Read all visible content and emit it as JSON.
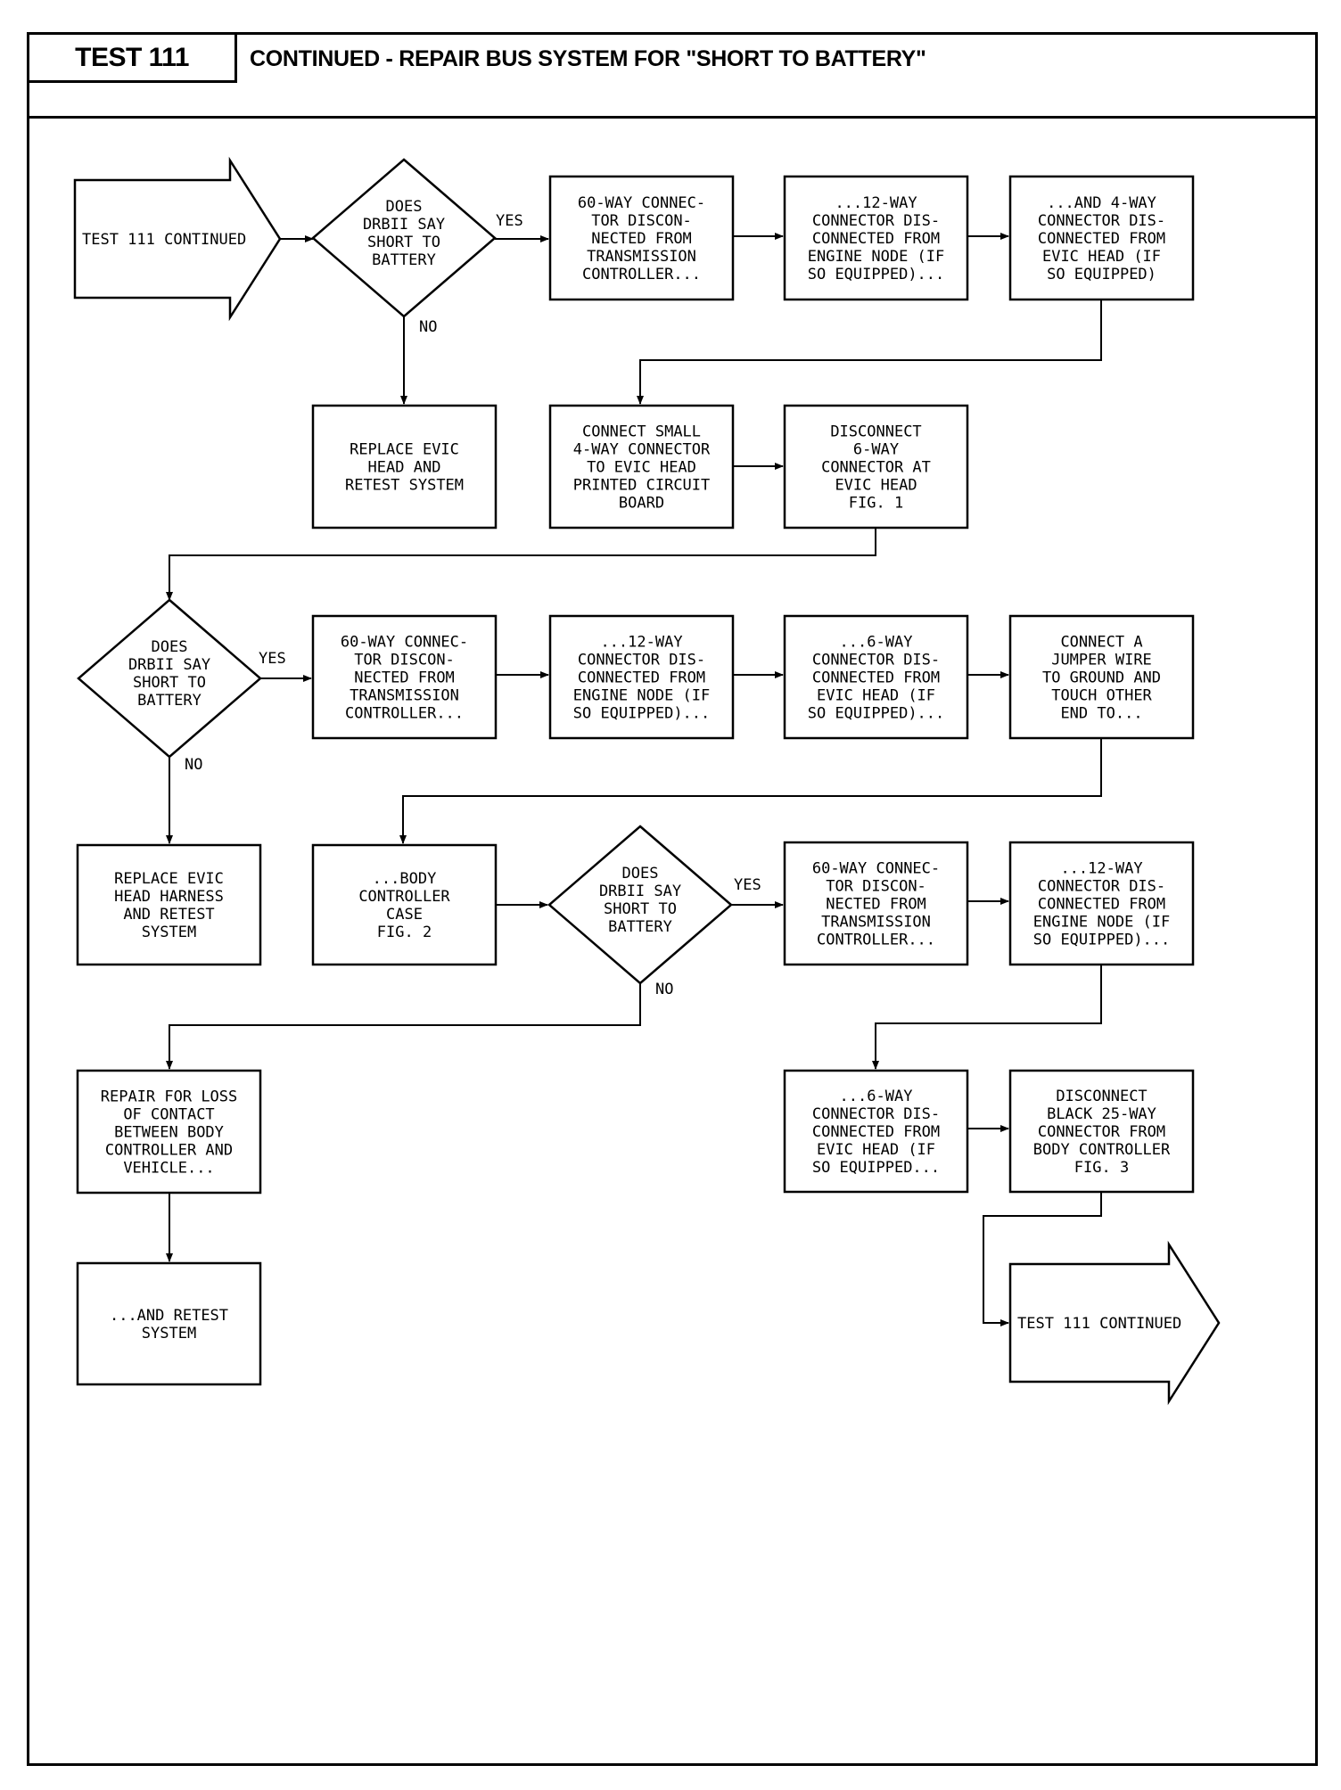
{
  "header": {
    "test_label": "TEST 111",
    "title": "CONTINUED - REPAIR BUS SYSTEM FOR \"SHORT TO BATTERY\""
  },
  "flow": {
    "start_arrow": "TEST 111 CONTINUED",
    "end_arrow": "TEST 111 CONTINUED",
    "yes_label": "YES",
    "no_label": "NO",
    "decision1": [
      "DOES",
      "DRBII SAY",
      "SHORT TO",
      "BATTERY"
    ],
    "decision2": [
      "DOES",
      "DRBII SAY",
      "SHORT TO",
      "BATTERY"
    ],
    "decision3": [
      "DOES",
      "DRBII SAY",
      "SHORT TO",
      "BATTERY"
    ],
    "r1_b1": [
      "60-WAY CONNEC-",
      "TOR DISCON-",
      "NECTED FROM",
      "TRANSMISSION",
      "CONTROLLER..."
    ],
    "r1_b2": [
      "...12-WAY",
      "CONNECTOR DIS-",
      "CONNECTED FROM",
      "ENGINE NODE (IF",
      "SO EQUIPPED)..."
    ],
    "r1_b3": [
      "...AND 4-WAY",
      "CONNECTOR DIS-",
      "CONNECTED FROM",
      "EVIC HEAD (IF",
      "SO EQUIPPED)"
    ],
    "replace_evic_head": [
      "REPLACE EVIC",
      "HEAD AND",
      "RETEST SYSTEM"
    ],
    "connect_small": [
      "CONNECT SMALL",
      "4-WAY CONNECTOR",
      "TO EVIC HEAD",
      "PRINTED CIRCUIT",
      "BOARD"
    ],
    "disconnect_6way": [
      "DISCONNECT",
      "6-WAY",
      "CONNECTOR AT",
      "EVIC HEAD",
      "FIG. 1"
    ],
    "r3_b1": [
      "60-WAY CONNEC-",
      "TOR DISCON-",
      "NECTED FROM",
      "TRANSMISSION",
      "CONTROLLER..."
    ],
    "r3_b2": [
      "...12-WAY",
      "CONNECTOR DIS-",
      "CONNECTED FROM",
      "ENGINE NODE (IF",
      "SO EQUIPPED)..."
    ],
    "r3_b3": [
      "...6-WAY",
      "CONNECTOR DIS-",
      "CONNECTED FROM",
      "EVIC HEAD (IF",
      "SO EQUIPPED)..."
    ],
    "jumper": [
      "CONNECT A",
      "JUMPER WIRE",
      "TO GROUND AND",
      "TOUCH OTHER",
      "END TO..."
    ],
    "replace_harness": [
      "REPLACE EVIC",
      "HEAD HARNESS",
      "AND RETEST",
      "SYSTEM"
    ],
    "body_case": [
      "...BODY",
      "CONTROLLER",
      "CASE",
      "FIG. 2"
    ],
    "r4_b1": [
      "60-WAY CONNEC-",
      "TOR DISCON-",
      "NECTED FROM",
      "TRANSMISSION",
      "CONTROLLER..."
    ],
    "r4_b2": [
      "...12-WAY",
      "CONNECTOR DIS-",
      "CONNECTED FROM",
      "ENGINE NODE (IF",
      "SO EQUIPPED)..."
    ],
    "repair_loss": [
      "REPAIR FOR LOSS",
      "OF CONTACT",
      "BETWEEN BODY",
      "CONTROLLER AND",
      "VEHICLE..."
    ],
    "r5_b1": [
      "...6-WAY",
      "CONNECTOR DIS-",
      "CONNECTED FROM",
      "EVIC HEAD (IF",
      "SO EQUIPPED..."
    ],
    "disconnect_black": [
      "DISCONNECT",
      "BLACK 25-WAY",
      "CONNECTOR FROM",
      "BODY CONTROLLER",
      "FIG. 3"
    ],
    "and_retest": [
      "...AND RETEST",
      "SYSTEM"
    ]
  }
}
